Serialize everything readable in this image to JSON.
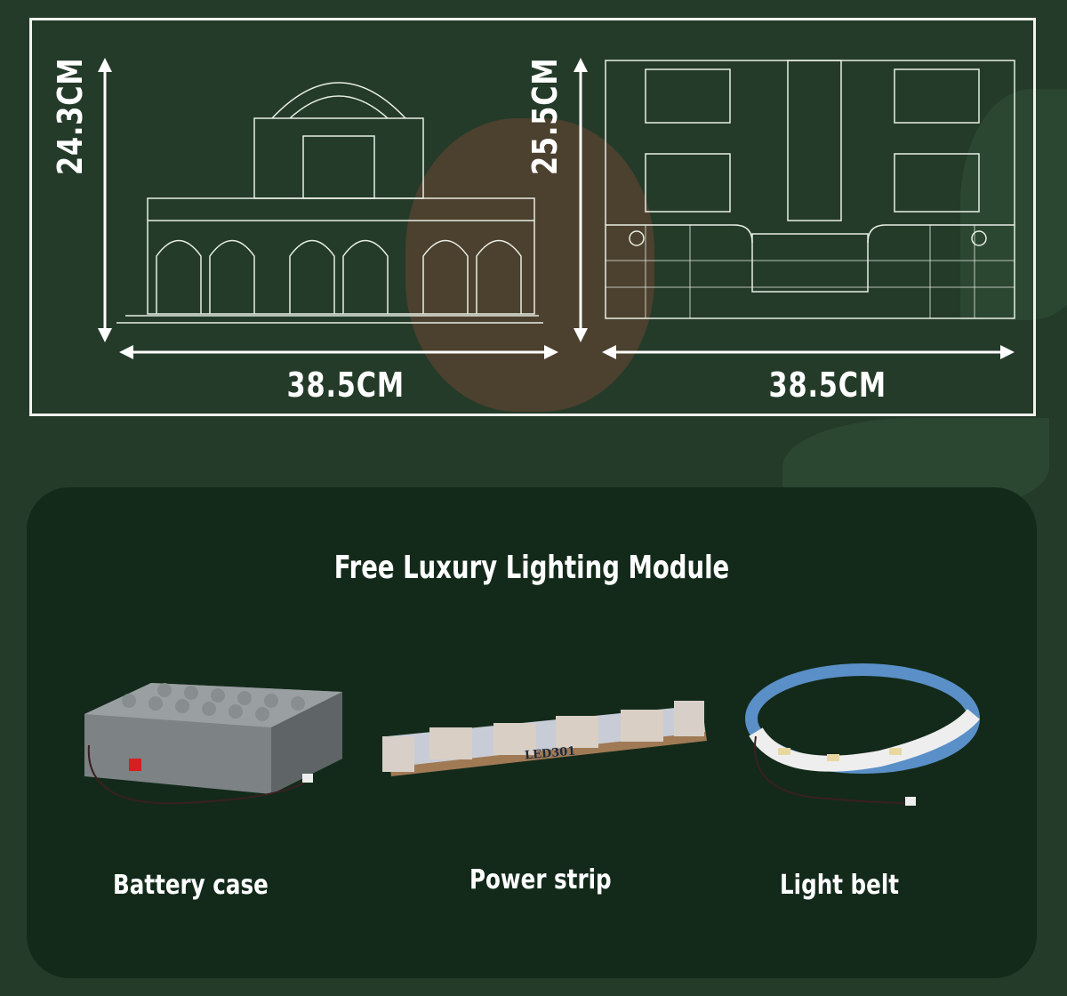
{
  "dimensions": {
    "front_height": "24.3CM",
    "front_width": "38.5CM",
    "top_height": "25.5CM",
    "top_width": "38.5CM"
  },
  "lighting": {
    "title": "Free Luxury Lighting Module",
    "items": [
      {
        "label": "Battery case"
      },
      {
        "label": "Power strip",
        "printed_text": "LED301"
      },
      {
        "label": "Light belt"
      }
    ]
  },
  "colors": {
    "background": "#243b29",
    "panel": "#132a1a",
    "text": "#ffffff"
  }
}
